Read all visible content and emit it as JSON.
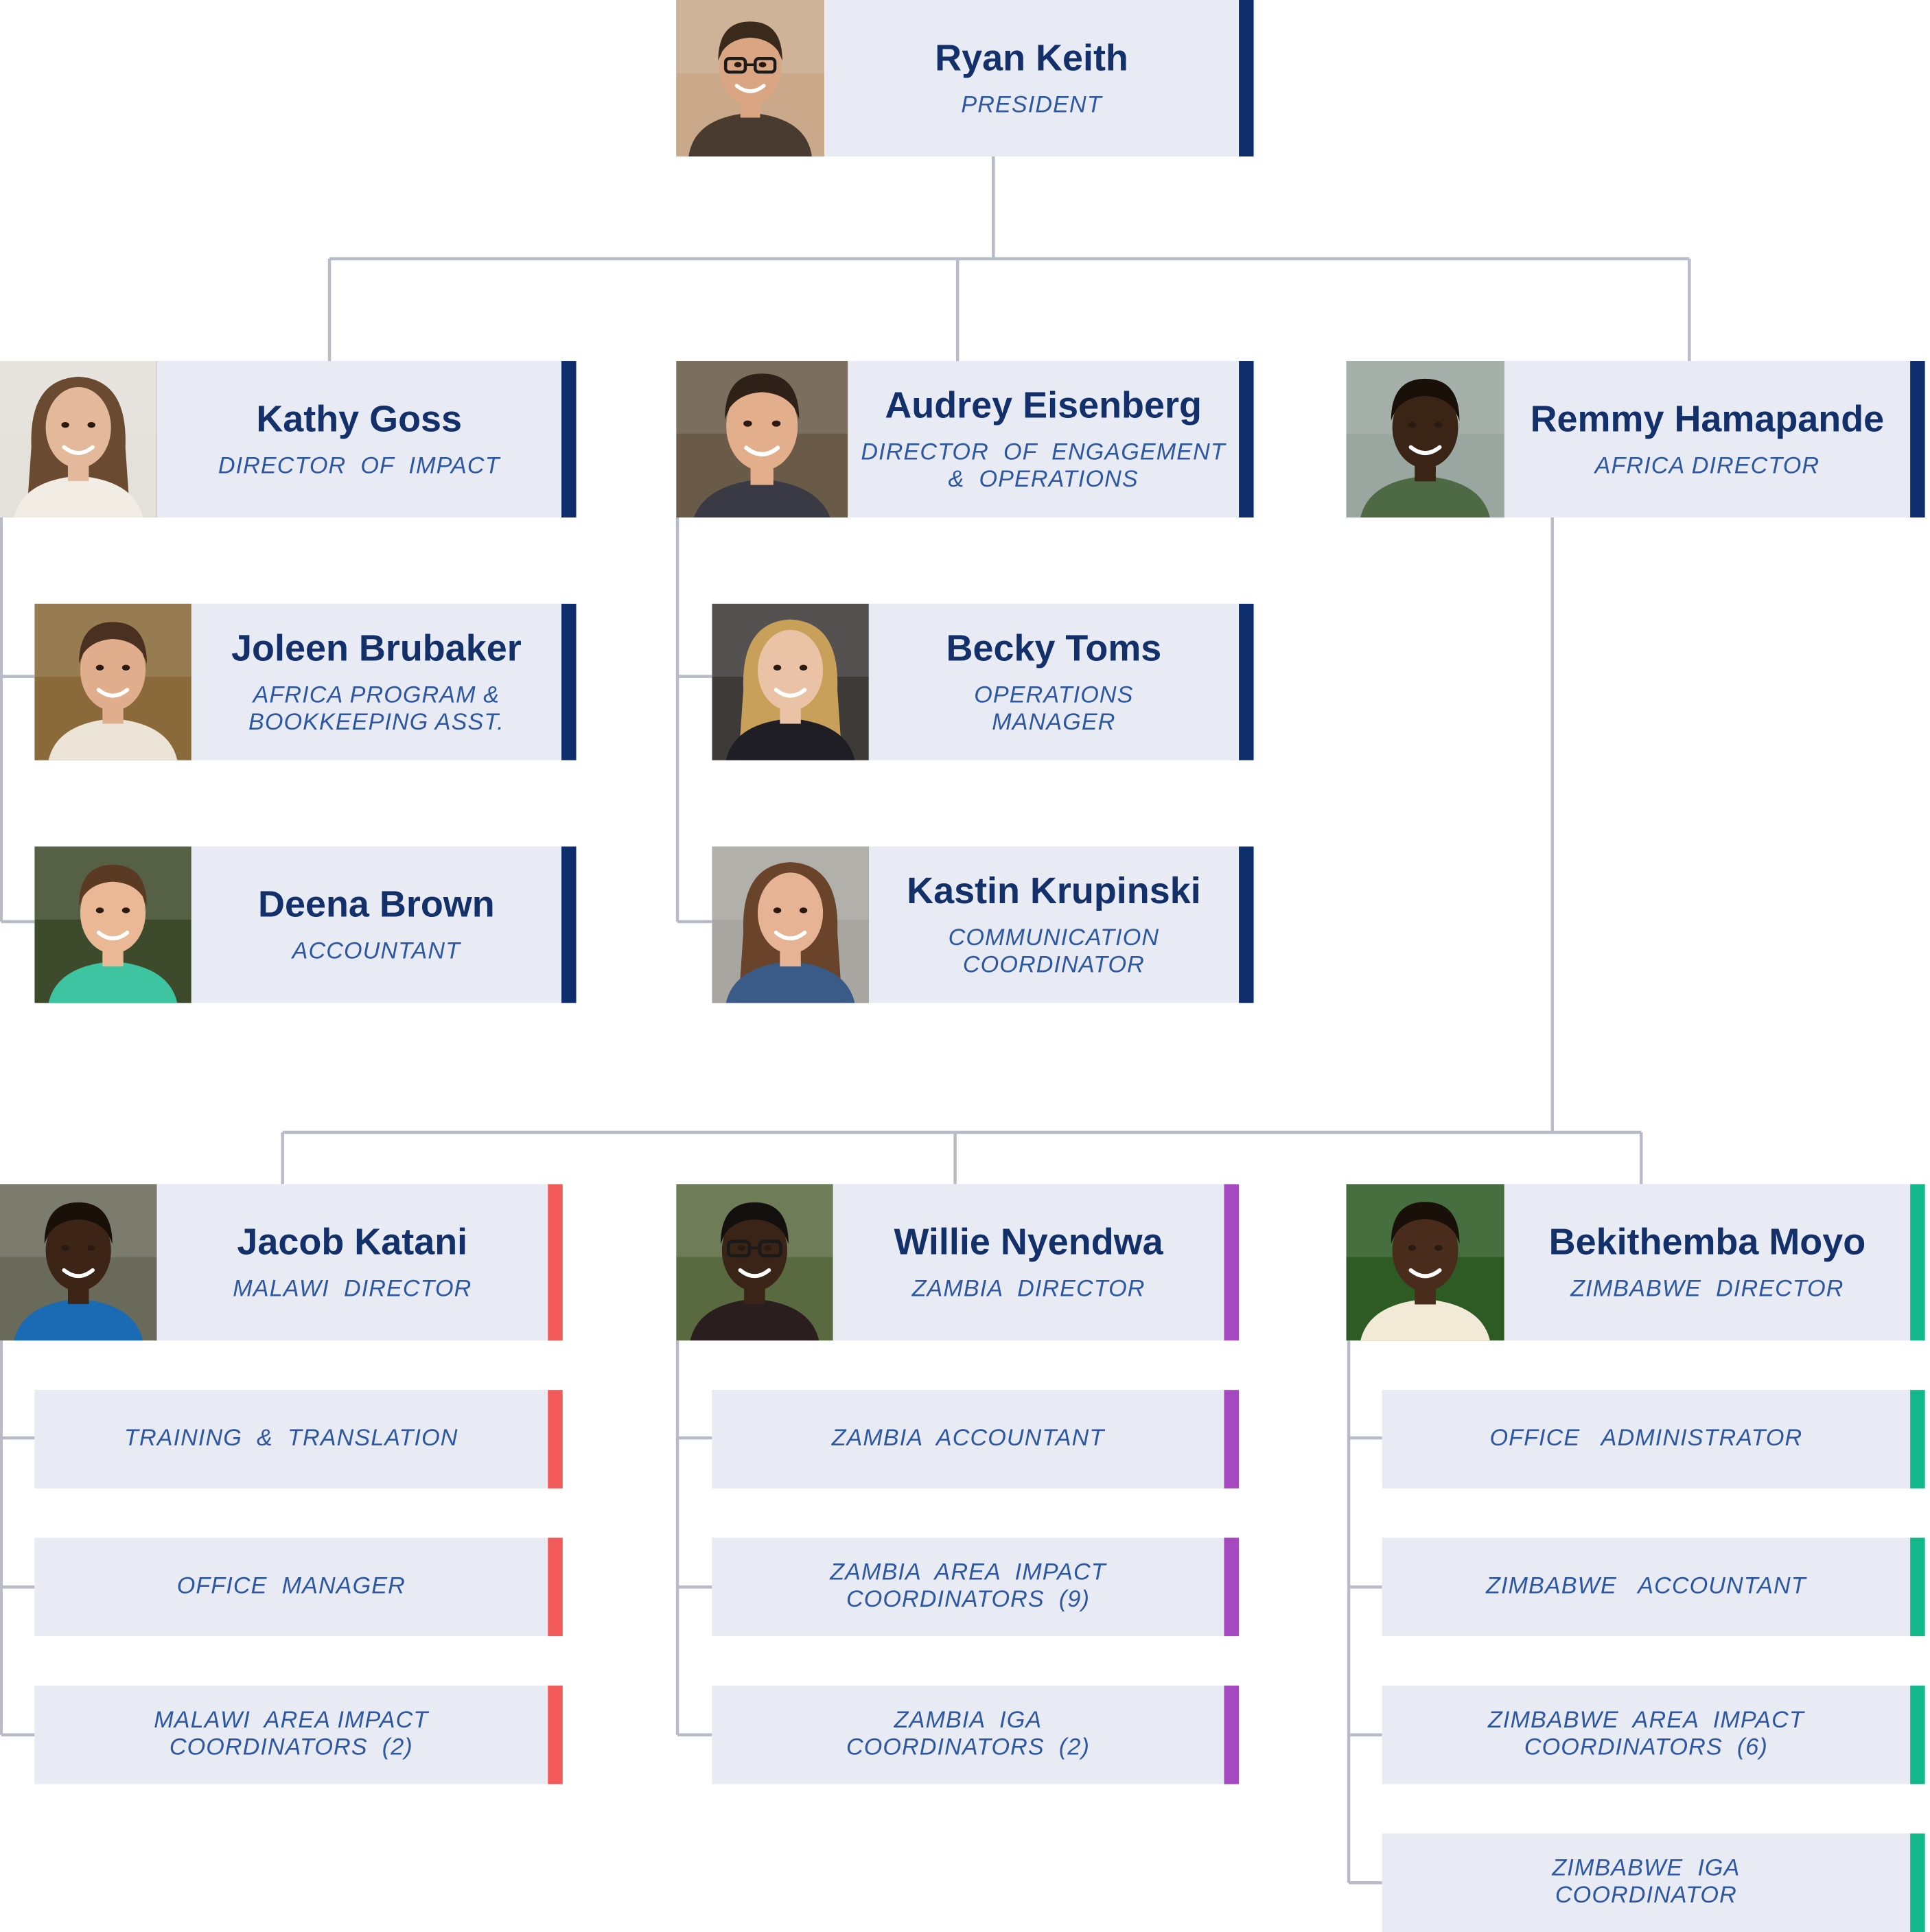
{
  "people": [
    {
      "id": "ryan",
      "name": "Ryan Keith",
      "title": [
        "PRESIDENT"
      ]
    },
    {
      "id": "kathy",
      "name": "Kathy Goss",
      "title": [
        "DIRECTOR  OF  IMPACT"
      ]
    },
    {
      "id": "audrey",
      "name": "Audrey Eisenberg",
      "title": [
        "DIRECTOR  OF  ENGAGEMENT",
        "&  OPERATIONS"
      ]
    },
    {
      "id": "remmy",
      "name": "Remmy Hamapande",
      "title": [
        "AFRICA DIRECTOR"
      ]
    },
    {
      "id": "joleen",
      "name": "Joleen Brubaker",
      "title": [
        "AFRICA PROGRAM &",
        "BOOKKEEPING ASST."
      ]
    },
    {
      "id": "becky",
      "name": "Becky Toms",
      "title": [
        "OPERATIONS",
        "MANAGER"
      ]
    },
    {
      "id": "deena",
      "name": "Deena Brown",
      "title": [
        "ACCOUNTANT"
      ]
    },
    {
      "id": "kastin",
      "name": "Kastin Krupinski",
      "title": [
        "COMMUNICATION",
        "COORDINATOR"
      ]
    },
    {
      "id": "jacob",
      "name": "Jacob Katani",
      "title": [
        "MALAWI  DIRECTOR"
      ]
    },
    {
      "id": "willie",
      "name": "Willie Nyendwa",
      "title": [
        "ZAMBIA  DIRECTOR"
      ]
    },
    {
      "id": "bekithemba",
      "name": "Bekithemba Moyo",
      "title": [
        "ZIMBABWE  DIRECTOR"
      ]
    }
  ],
  "roles": [
    {
      "id": "training",
      "title": [
        "TRAINING  &  TRANSLATION"
      ]
    },
    {
      "id": "office-manager",
      "title": [
        "OFFICE  MANAGER"
      ]
    },
    {
      "id": "malawi-coords",
      "title": [
        "MALAWI  AREA IMPACT",
        "COORDINATORS  (2)"
      ]
    },
    {
      "id": "zambia-accountant",
      "title": [
        "ZAMBIA  ACCOUNTANT"
      ]
    },
    {
      "id": "zambia-coords",
      "title": [
        "ZAMBIA  AREA  IMPACT",
        "COORDINATORS  (9)"
      ]
    },
    {
      "id": "zambia-iga",
      "title": [
        "ZAMBIA  IGA",
        "COORDINATORS  (2)"
      ]
    },
    {
      "id": "office-admin",
      "title": [
        "OFFICE   ADMINISTRATOR"
      ]
    },
    {
      "id": "zimbabwe-accountant",
      "title": [
        "ZIMBABWE   ACCOUNTANT"
      ]
    },
    {
      "id": "zimbabwe-coords",
      "title": [
        "ZIMBABWE  AREA  IMPACT",
        "COORDINATORS  (6)"
      ]
    },
    {
      "id": "zimbabwe-iga",
      "title": [
        "ZIMBABWE  IGA",
        "COORDINATOR"
      ]
    }
  ],
  "colors": {
    "card": "#e8ebf4",
    "name": "#13306a",
    "title": "#2e57a2",
    "line": "#b7bcc7",
    "navy": "#0d2d6c",
    "malawi": "#f25a5a",
    "zambia": "#a648bf",
    "zimbabwe": "#12b88a"
  },
  "photos": {
    "ryan": {
      "bg": "#c9a98a",
      "skin": "#d9a582",
      "hair": "#3a2a1c",
      "shirt": "#4a3b30",
      "glasses": true
    },
    "kathy": {
      "bg": "#e4e1db",
      "skin": "#e4b89a",
      "hair": "#6a4a30",
      "shirt": "#f2ede4",
      "longHair": true
    },
    "audrey": {
      "bg": "#6a5a48",
      "skin": "#e2ae8c",
      "hair": "#2e2218",
      "shirt": "#3a3a44"
    },
    "remmy": {
      "bg": "#9aa6a0",
      "skin": "#3a2416",
      "hair": "#1a100a",
      "shirt": "#4e6a44"
    },
    "joleen": {
      "bg": "#8a6a3a",
      "skin": "#e0ae8c",
      "hair": "#4a3020",
      "shirt": "#ece4d6"
    },
    "becky": {
      "bg": "#3e3a38",
      "skin": "#eac3a6",
      "hair": "#c8a05a",
      "shirt": "#1e1e24",
      "longHair": true
    },
    "deena": {
      "bg": "#3e4a2c",
      "skin": "#eab894",
      "hair": "#5a3a22",
      "shirt": "#3ec4a0"
    },
    "kastin": {
      "bg": "#a8a6a0",
      "skin": "#e6b394",
      "hair": "#6a442a",
      "shirt": "#3a5a88",
      "longHair": true
    },
    "jacob": {
      "bg": "#6a6a5a",
      "skin": "#3c2416",
      "hair": "#1a100a",
      "shirt": "#1a6ab4"
    },
    "willie": {
      "bg": "#5a6a40",
      "skin": "#3a2418",
      "hair": "#141010",
      "shirt": "#2a1e1e",
      "glasses": true
    },
    "bekithemba": {
      "bg": "#2e5a24",
      "skin": "#4a2c1c",
      "hair": "#1a100a",
      "shirt": "#f0ead6"
    }
  }
}
